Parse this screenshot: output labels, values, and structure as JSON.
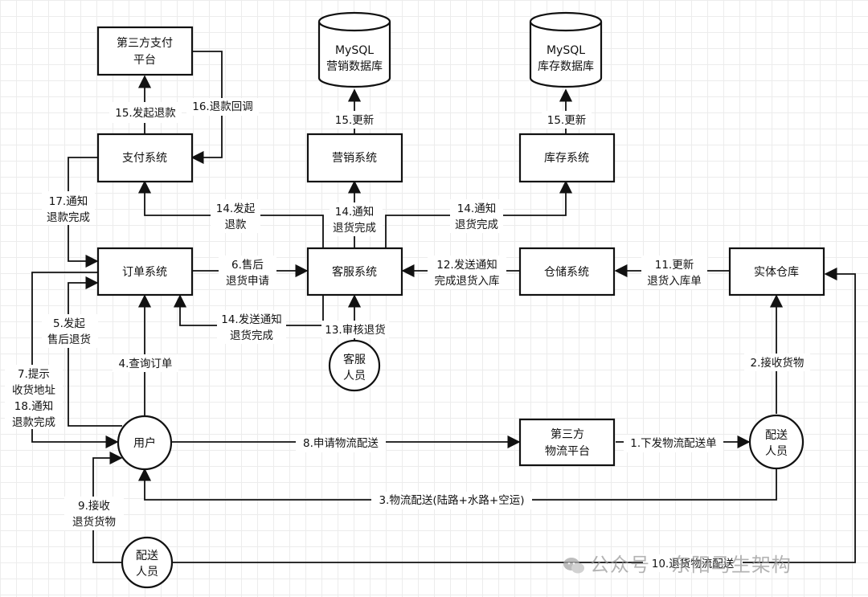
{
  "nodes": {
    "third_party_payment": [
      "第三方支付",
      "平台"
    ],
    "payment_system": "支付系统",
    "marketing_db": [
      "MySQL",
      "营销数据库"
    ],
    "marketing_system": "营销系统",
    "inventory_db": [
      "MySQL",
      "库存数据库"
    ],
    "inventory_system": "库存系统",
    "order_system": "订单系统",
    "customer_service_system": "客服系统",
    "warehouse_system": "仓储系统",
    "physical_warehouse": "实体仓库",
    "cs_staff": [
      "客服",
      "人员"
    ],
    "user": "用户",
    "third_party_logistics": [
      "第三方",
      "物流平台"
    ],
    "delivery_staff_right": [
      "配送",
      "人员"
    ],
    "delivery_staff_left": [
      "配送",
      "人员"
    ]
  },
  "edges": {
    "e15_initiate_refund": "15.发起退款",
    "e16_refund_callback": "16.退款回调",
    "e15_update_marketing": "15.更新",
    "e15_update_inventory": "15.更新",
    "e17_notify": [
      "17.通知",
      "退款完成"
    ],
    "e14_initiate": [
      "14.发起",
      "退款"
    ],
    "e14_notify_mkt": [
      "14.通知",
      "退货完成"
    ],
    "e14_notify_inv": [
      "14.通知",
      "退货完成"
    ],
    "e6_after_sale": [
      "6.售后",
      "退货申请"
    ],
    "e12_send_notify": [
      "12.发送通知",
      "完成退货入库"
    ],
    "e11_update": [
      "11.更新",
      "退货入库单"
    ],
    "e14_send_notify": [
      "14.发送通知",
      "退货完成"
    ],
    "e13_review": "13.审核退货",
    "e5_initiate": [
      "5.发起",
      "售后退货"
    ],
    "e7_18": [
      "7.提示",
      "收货地址",
      "18.通知",
      "退款完成"
    ],
    "e4_query": "4.查询订单",
    "e2_receive": "2.接收货物",
    "e8_apply": "8.申请物流配送",
    "e1_issue": "1.下发物流配送单",
    "e3_delivery": "3.物流配送(陆路+水路+空运)",
    "e9_receive": [
      "9.接收",
      "退货货物"
    ],
    "e10_return": "10.退货物流配送"
  },
  "watermark": "公众号 · 东阳马生架构"
}
